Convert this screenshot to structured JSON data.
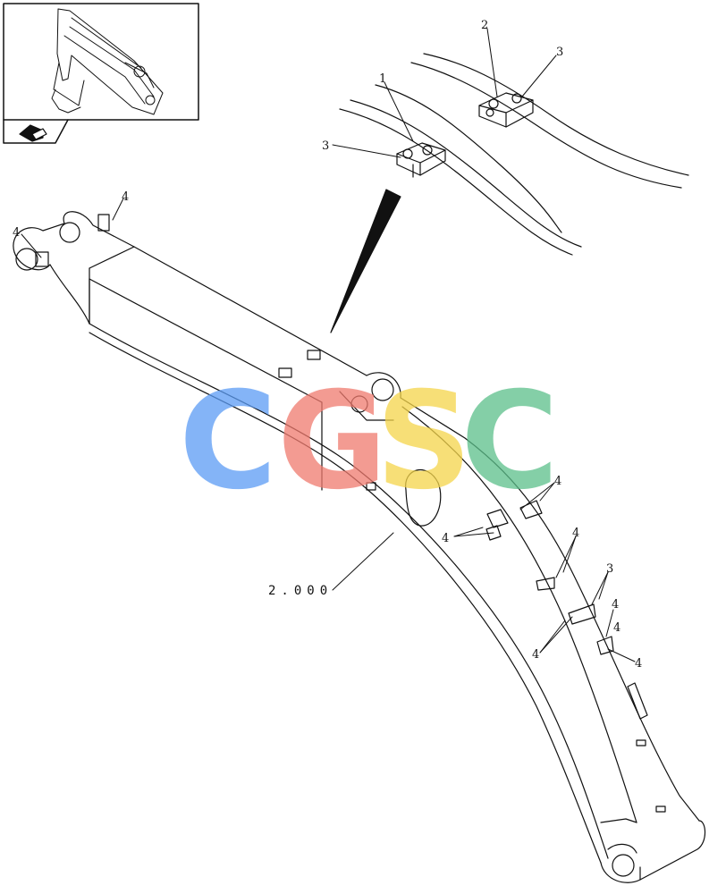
{
  "diagram": {
    "reference_label": "2.000",
    "callouts": [
      "1",
      "2",
      "3",
      "3",
      "4",
      "4",
      "4",
      "4",
      "4",
      "4",
      "4",
      "4",
      "4",
      "3"
    ]
  },
  "watermark": {
    "letters": [
      "C",
      "G",
      "S",
      "C"
    ],
    "colors": [
      "#5b9cf5",
      "#f07a6e",
      "#f5d54a",
      "#5bbf8a"
    ]
  },
  "thumbnail": {
    "icon": "excavator-arm-thumbnail",
    "nav_icon": "book-page-icon"
  }
}
